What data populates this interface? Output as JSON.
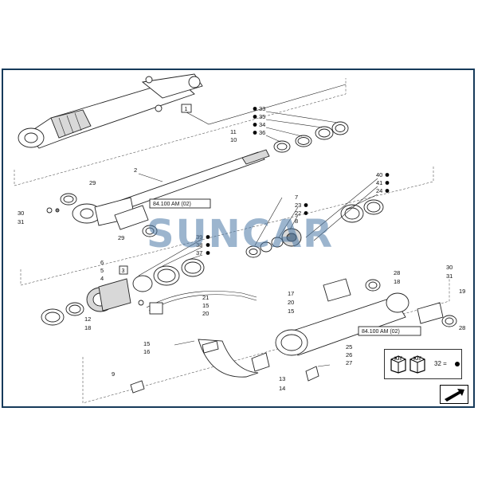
{
  "watermark": "SUNCAR",
  "colors": {
    "frame": "#163a5a",
    "watermark": "#4a78a5",
    "line": "#222222"
  },
  "references": {
    "left": "84.100 AM (02)",
    "right": "84.100 AM (02)"
  },
  "kit_legend": {
    "kit_label": "KIT",
    "part_number": "32 ="
  },
  "callout_boxes": [
    "1",
    "3"
  ],
  "numbers": {
    "n33": "33",
    "n35": "35",
    "n34": "34",
    "n36": "36",
    "n11": "11",
    "n10": "10",
    "n2": "2",
    "n29a": "29",
    "n30a": "30",
    "n31a": "31",
    "n29b": "29",
    "n7": "7",
    "n23": "23",
    "n22": "22",
    "n8": "8",
    "n40": "40",
    "n41": "41",
    "n24": "24",
    "n39": "39",
    "n38": "38",
    "n37": "37",
    "n6": "6",
    "n5": "5",
    "n4": "4",
    "n12": "12",
    "n18a": "18",
    "n21": "21",
    "n15a": "15",
    "n20a": "20",
    "n28a": "28",
    "n18b": "18",
    "n17": "17",
    "n20b": "20",
    "n15b": "15",
    "n30b": "30",
    "n31b": "31",
    "n19": "19",
    "n28b": "28",
    "n15c": "15",
    "n16": "16",
    "n9": "9",
    "n13": "13",
    "n14": "14",
    "n25": "25",
    "n26": "26",
    "n27": "27"
  },
  "icons": [
    "kit-icon",
    "navigation-arrow-icon"
  ]
}
